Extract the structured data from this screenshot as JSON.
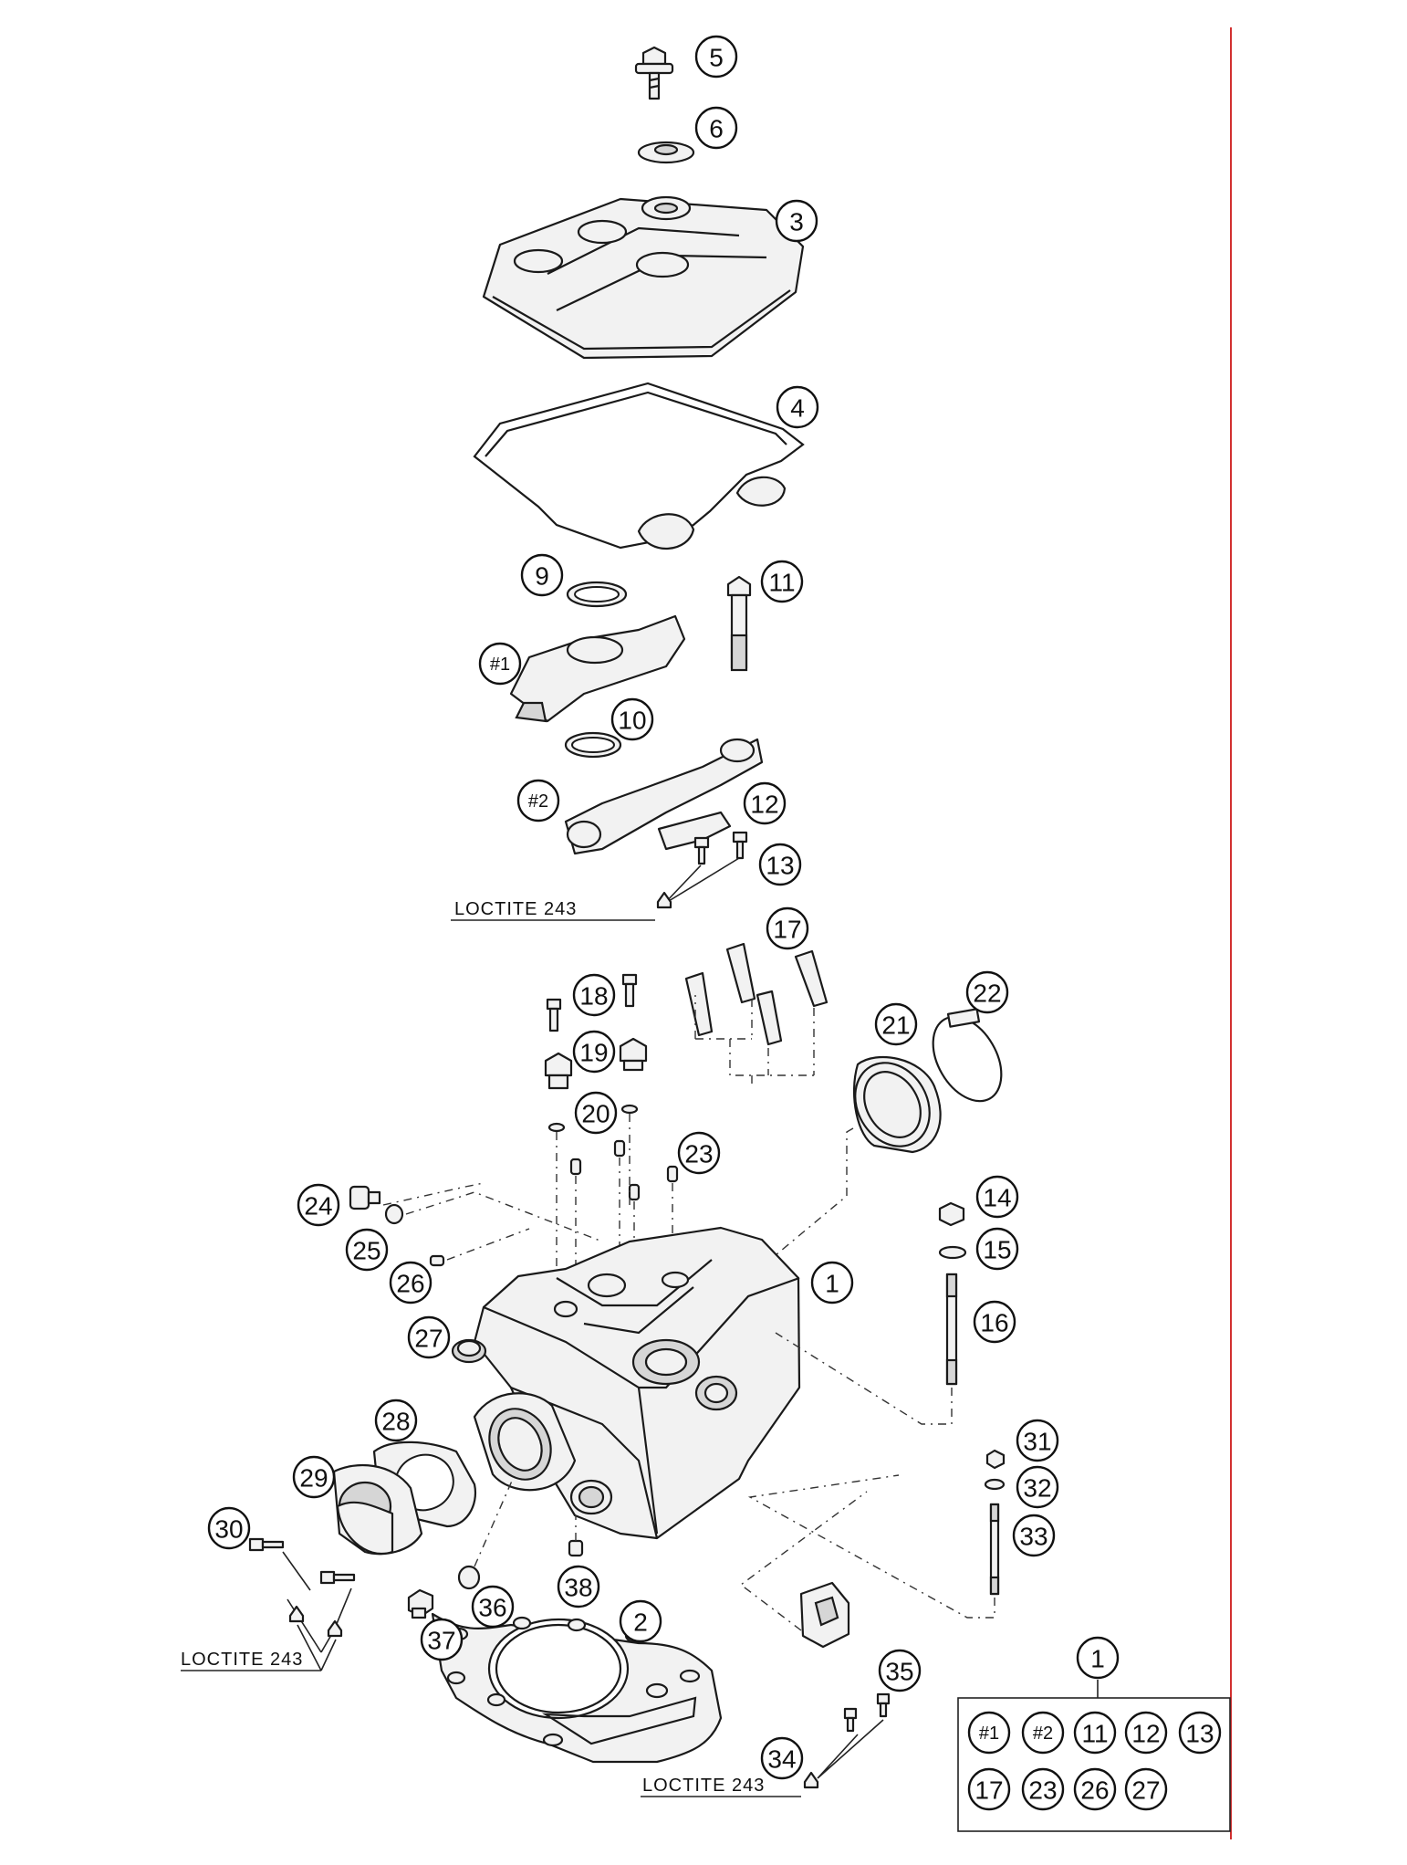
{
  "diagram": {
    "callouts": [
      {
        "id": "c5",
        "label": "5"
      },
      {
        "id": "c6",
        "label": "6"
      },
      {
        "id": "c3",
        "label": "3"
      },
      {
        "id": "c4",
        "label": "4"
      },
      {
        "id": "c9",
        "label": "9"
      },
      {
        "id": "c11",
        "label": "11"
      },
      {
        "id": "ch1",
        "label": "#1"
      },
      {
        "id": "c10",
        "label": "10"
      },
      {
        "id": "ch2",
        "label": "#2"
      },
      {
        "id": "c12",
        "label": "12"
      },
      {
        "id": "c13",
        "label": "13"
      },
      {
        "id": "c17",
        "label": "17"
      },
      {
        "id": "c18",
        "label": "18"
      },
      {
        "id": "c19",
        "label": "19"
      },
      {
        "id": "c20",
        "label": "20"
      },
      {
        "id": "c21",
        "label": "21"
      },
      {
        "id": "c22",
        "label": "22"
      },
      {
        "id": "c23",
        "label": "23"
      },
      {
        "id": "c24",
        "label": "24"
      },
      {
        "id": "c25",
        "label": "25"
      },
      {
        "id": "c26",
        "label": "26"
      },
      {
        "id": "c1",
        "label": "1"
      },
      {
        "id": "c14",
        "label": "14"
      },
      {
        "id": "c15",
        "label": "15"
      },
      {
        "id": "c16",
        "label": "16"
      },
      {
        "id": "c27",
        "label": "27"
      },
      {
        "id": "c28",
        "label": "28"
      },
      {
        "id": "c29",
        "label": "29"
      },
      {
        "id": "c30",
        "label": "30"
      },
      {
        "id": "c31",
        "label": "31"
      },
      {
        "id": "c32",
        "label": "32"
      },
      {
        "id": "c33",
        "label": "33"
      },
      {
        "id": "c36",
        "label": "36"
      },
      {
        "id": "c38",
        "label": "38"
      },
      {
        "id": "c37",
        "label": "37"
      },
      {
        "id": "c2",
        "label": "2"
      },
      {
        "id": "c35",
        "label": "35"
      },
      {
        "id": "c34",
        "label": "34"
      }
    ],
    "notes": [
      {
        "id": "n1",
        "text": "LOCTITE 243"
      },
      {
        "id": "n2",
        "text": "LOCTITE 243"
      },
      {
        "id": "n3",
        "text": "LOCTITE 243"
      }
    ],
    "kit": {
      "title": "1",
      "items": [
        "#1",
        "#2",
        "11",
        "12",
        "13",
        "17",
        "23",
        "26",
        "27"
      ]
    }
  }
}
